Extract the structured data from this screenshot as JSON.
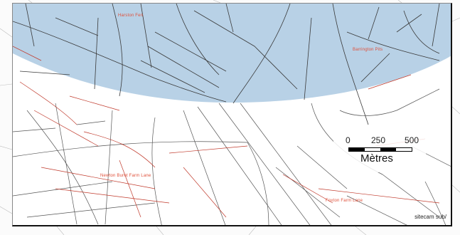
{
  "map": {
    "zone_color": "#b8d1e6",
    "line_color": "#3a3a3a",
    "road_color": "#c0392b",
    "label_color": "#e0503a",
    "labels": [
      {
        "id": "label-north-west",
        "text": "Harston Fen"
      },
      {
        "id": "label-north-east",
        "text": "Barrington Pits"
      },
      {
        "id": "label-south-west",
        "text": "Newton Burnt Farm Lane"
      },
      {
        "id": "label-south-east",
        "text": "Foxton Farm Lane"
      }
    ],
    "credit": "sitecam sub/"
  },
  "scale_bar": {
    "ticks": [
      "0",
      "250",
      "500"
    ],
    "unit": "Mètres"
  }
}
